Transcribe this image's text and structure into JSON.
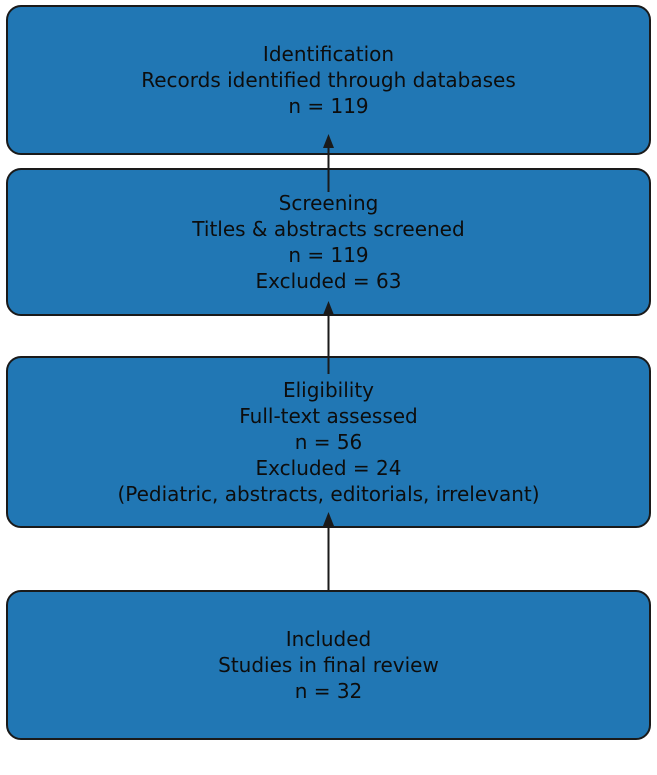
{
  "colors": {
    "box_fill": "#2177b4",
    "box_border": "#1a1a1a",
    "arrow": "#1a1a1a",
    "text": "#0d0d0d",
    "background": "#ffffff"
  },
  "boxes": [
    {
      "id": "identification",
      "lines": [
        "Identification",
        "Records identified through databases",
        "n = 119"
      ]
    },
    {
      "id": "screening",
      "lines": [
        "Screening",
        "Titles & abstracts screened",
        "n = 119",
        "Excluded = 63"
      ]
    },
    {
      "id": "eligibility",
      "lines": [
        "Eligibility",
        "Full-text assessed",
        "n = 56",
        "Excluded = 24",
        "(Pediatric, abstracts, editorials, irrelevant)"
      ]
    },
    {
      "id": "included",
      "lines": [
        "Included",
        "Studies in final review",
        "n = 32"
      ]
    }
  ]
}
